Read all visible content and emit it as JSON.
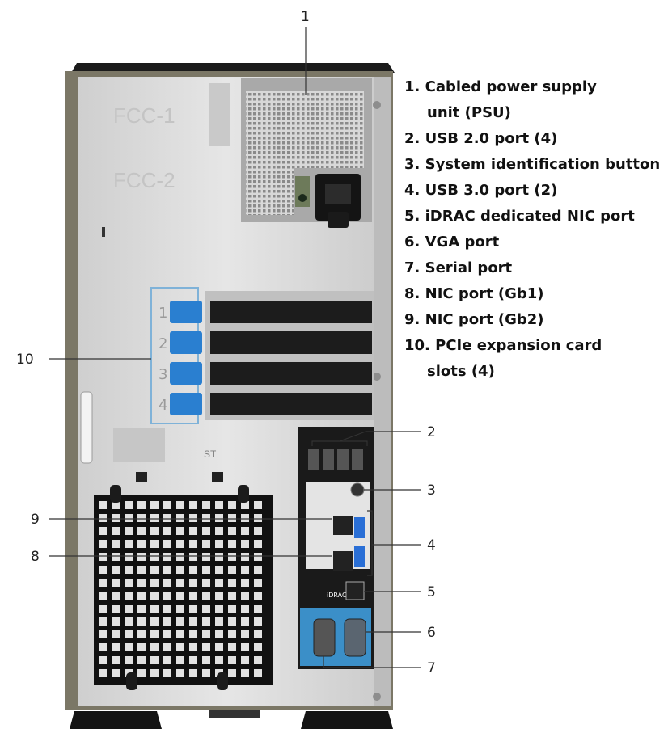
{
  "case_labels": {
    "fcc1": "FCC-1",
    "fcc2": "FCC-2",
    "st": "ST",
    "idrac": "iDRAC"
  },
  "slot_numbers": [
    "1",
    "2",
    "3",
    "4"
  ],
  "callouts": [
    {
      "num": "1",
      "label": "Cabled power supply unit (PSU)"
    },
    {
      "num": "2",
      "label": "USB 2.0 port (4)"
    },
    {
      "num": "3",
      "label": "System identification button"
    },
    {
      "num": "4",
      "label": "USB 3.0 port (2)"
    },
    {
      "num": "5",
      "label": "iDRAC dedicated NIC port"
    },
    {
      "num": "6",
      "label": "VGA port"
    },
    {
      "num": "7",
      "label": "Serial port"
    },
    {
      "num": "8",
      "label": "NIC port (Gb1)"
    },
    {
      "num": "9",
      "label": "NIC port (Gb2)"
    },
    {
      "num": "10",
      "label": "PCIe expansion card slots (4)"
    }
  ],
  "legend": [
    {
      "line1": "1. Cabled power supply",
      "line2": "unit (PSU)"
    },
    {
      "line1": "2. USB 2.0 port (4)"
    },
    {
      "line1": "3. System identification button"
    },
    {
      "line1": "4. USB 3.0 port (2)"
    },
    {
      "line1": "5. iDRAC dedicated NIC port"
    },
    {
      "line1": "6. VGA port"
    },
    {
      "line1": "7. Serial port"
    },
    {
      "line1": "8. NIC port (Gb1)"
    },
    {
      "line1": "9. NIC port (Gb2)"
    },
    {
      "line1": "10. PCIe expansion card",
      "line2": "slots (4)"
    }
  ],
  "colors": {
    "chassis_frame": "#7b7766",
    "chassis_panel": "#d9d9d9",
    "psu_mesh": "#bdbdbd",
    "slot_highlight": "#7fb2d8",
    "latch_blue": "#2a7fd0",
    "io_blue": "#3b8fc8",
    "usb3_blue": "#2a6fd6",
    "vent_black": "#111111"
  }
}
